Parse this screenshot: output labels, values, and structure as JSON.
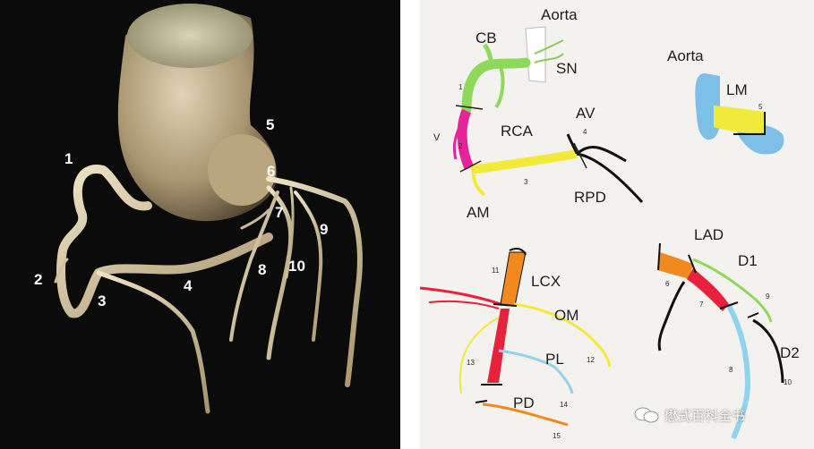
{
  "left_panel": {
    "labels": [
      "1",
      "2",
      "3",
      "4",
      "5",
      "6",
      "7",
      "8",
      "9",
      "10"
    ]
  },
  "right_panel": {
    "rca_diagram": {
      "labels": [
        "Aorta",
        "CB",
        "SN",
        "V",
        "RCA",
        "AV",
        "AM",
        "RPD"
      ],
      "segments": [
        "1",
        "2",
        "3",
        "4"
      ]
    },
    "lm_diagram": {
      "labels": [
        "Aorta",
        "LM"
      ],
      "segments": [
        "5"
      ]
    },
    "lcx_diagram": {
      "labels": [
        "LCX",
        "OM",
        "PL",
        "PD"
      ],
      "segments": [
        "11",
        "12",
        "13",
        "14",
        "15"
      ]
    },
    "lad_diagram": {
      "labels": [
        "LAD",
        "D1",
        "D2"
      ],
      "segments": [
        "6",
        "7",
        "8",
        "9",
        "10"
      ]
    }
  },
  "watermark": {
    "text": "懋式百科全书"
  },
  "colors": {
    "rca_green": "#8fd95a",
    "rca_magenta": "#e6249a",
    "rca_yellow": "#f2ea3b",
    "lm_blue": "#7ebfe8",
    "lcx_orange": "#f08a1e",
    "lad_red": "#e8223a",
    "lad_lightblue": "#8fd3ec"
  }
}
